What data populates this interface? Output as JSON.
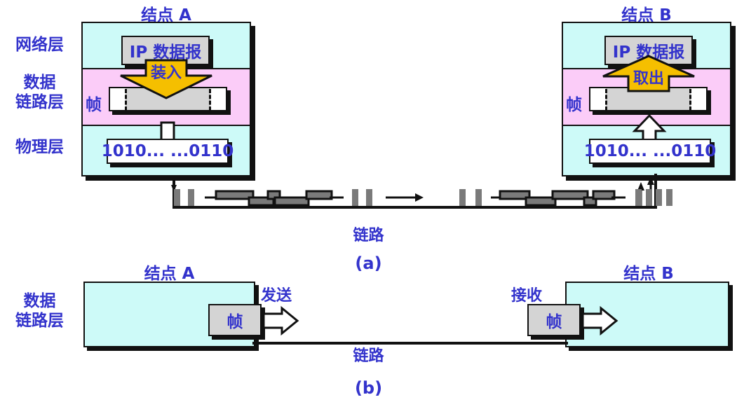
{
  "figure": {
    "caption_a": "(a)",
    "caption_b": "(b)"
  },
  "layer_labels": {
    "network": "网络层",
    "datalink_line1": "数据",
    "datalink_line2": "链路层",
    "physical": "物理层"
  },
  "panel_a": {
    "node_a_title": "结点 A",
    "node_b_title": "结点 B",
    "ip_datagram": "IP 数据报",
    "frame_label": "帧",
    "encapsulate_label": "装入",
    "decapsulate_label": "取出",
    "bits_left": "1010... ...0110",
    "bits_right": "1010... ...0110",
    "link_label": "链路",
    "colors": {
      "network_band": "#cdfaf8",
      "datalink_band": "#fbccf8",
      "physical_band": "#cdfaf8",
      "datagram_fill": "#d4d4d4",
      "arrow_fill": "#f5bf00",
      "text": "#3333cc",
      "outline": "#111111",
      "signal_fill": "#7a7a7a"
    }
  },
  "panel_b": {
    "layer_label_line1": "数据",
    "layer_label_line2": "链路层",
    "node_a_title": "结点 A",
    "node_b_title": "结点 B",
    "send_label": "发送",
    "receive_label": "接收",
    "frame_label_left": "帧",
    "frame_label_right": "帧",
    "link_label": "链路"
  }
}
